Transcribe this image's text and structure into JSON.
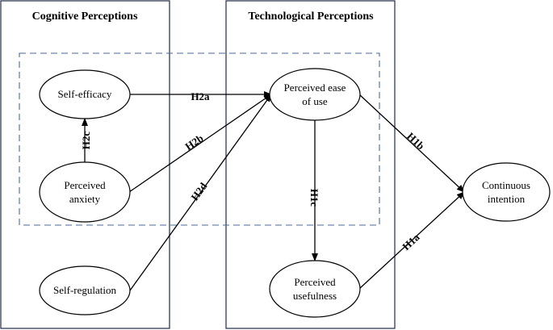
{
  "groups": {
    "cognitive": "Cognitive Perceptions",
    "technological": "Technological Perceptions"
  },
  "nodes": {
    "self_efficacy": [
      "Self-efficacy"
    ],
    "perceived_anxiety": [
      "Perceived",
      "anxiety"
    ],
    "self_regulation": [
      "Self-regulation"
    ],
    "perceived_ease_of_use": [
      "Perceived ease",
      "of use"
    ],
    "perceived_usefulness": [
      "Perceived",
      "usefulness"
    ],
    "continuous_intention": [
      "Continuous",
      "intention"
    ]
  },
  "hypotheses": {
    "h1a": "H1a",
    "h1b": "H1b",
    "h1c": "H1c",
    "h2a": "H2a",
    "h2b": "H2b",
    "h2c": "H2c",
    "h2d": "H2d"
  }
}
